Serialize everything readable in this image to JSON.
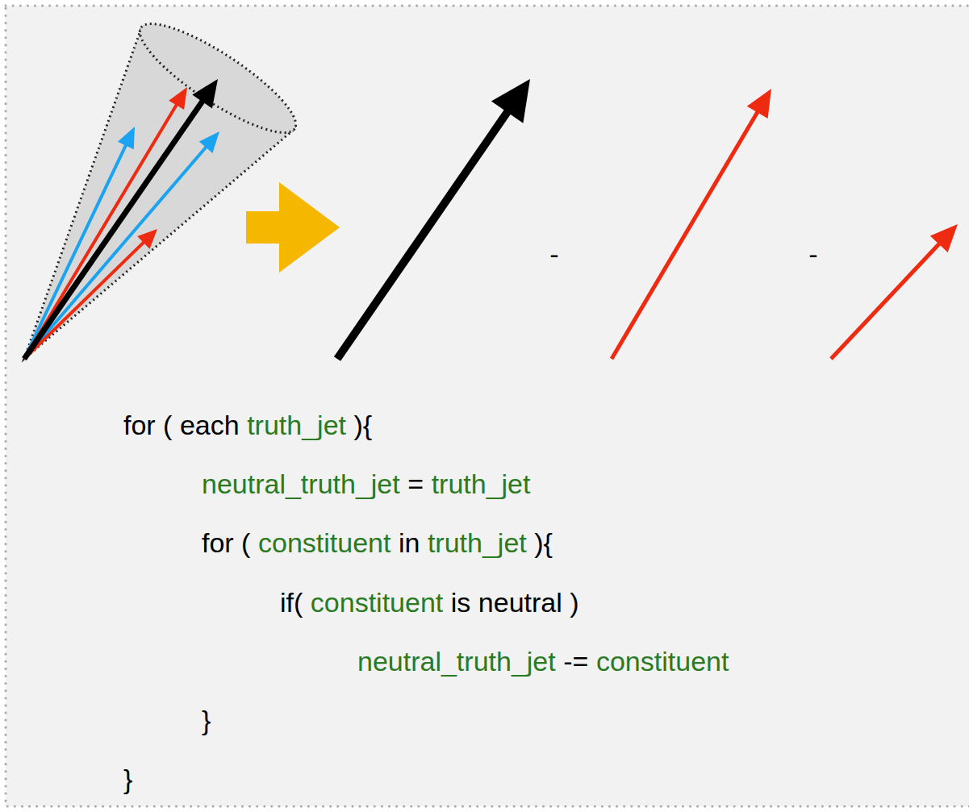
{
  "diagram": {
    "labels": [
      "-",
      "-",
      "for ( each",
      "truth_jet",
      "){",
      "neutral_truth_jet",
      "=",
      "truth_jet",
      "for (",
      "constituent",
      "in",
      "truth_jet",
      "){",
      "if(",
      "constituent",
      "is neutral )",
      "neutral_truth_jet",
      "-=",
      "constituent",
      "}",
      "}"
    ]
  }
}
